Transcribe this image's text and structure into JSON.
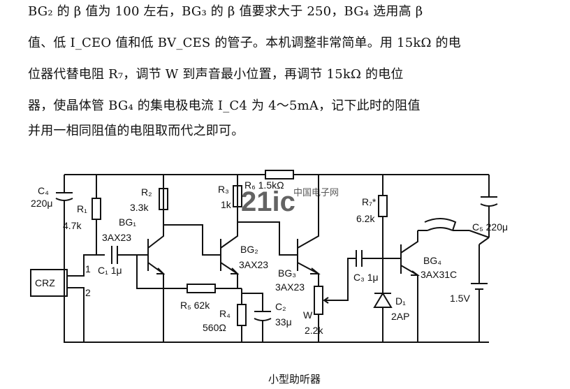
{
  "paragraph": {
    "line1": "BG₂ 的 β 值为 100 左右，BG₃ 的 β 值要求大于 250，BG₄ 选用高 β",
    "line2": "值、低 I_CEO 值和低 BV_CES 的管子。本机调整非常简单。用 15kΩ 的电",
    "line3": "位器代替电阻 R₇，调节 W 到声音最小位置，再调节 15kΩ 的电位",
    "line4": "器，使晶体管 BG₄ 的集电极电流 I_C4 为 4～5mA，记下此时的阻值",
    "line5": "并用一相同阻值的电阻取而代之即可。"
  },
  "circuit": {
    "c4": "C₄",
    "c4_val": "220μ",
    "r1": "R₁",
    "r1_val": "4.7k",
    "bg1": "BG₁",
    "bg1_type": "3AX23",
    "c1": "C₁ 1μ",
    "crz": "CRZ",
    "pin1": "1",
    "pin2": "2",
    "r2": "R₂",
    "r2_val": "3.3k",
    "r3": "R₃",
    "r3_val": "1k",
    "r6": "R₆ 1.5kΩ",
    "bg2": "BG₂",
    "bg2_type": "3AX23",
    "bg3": "BG₃",
    "bg3_type": "3AX23",
    "r5": "R₅ 62k",
    "r4": "R₄",
    "r4_val": "560Ω",
    "c2": "C₂",
    "c2_val": "33μ",
    "w": "W",
    "w_val": "2.2k",
    "r7": "R₇*",
    "r7_val": "6.2k",
    "c3": "C₃ 1μ",
    "d1": "D₁",
    "d1_type": "2AP",
    "bg4": "BG₄",
    "bg4_type": "3AX31C",
    "c5": "C₅ 220μ",
    "battery": "1.5V"
  },
  "watermark": {
    "logo_text": "21ic",
    "logo_sub": "中国电子网"
  },
  "caption": "小型助听器"
}
